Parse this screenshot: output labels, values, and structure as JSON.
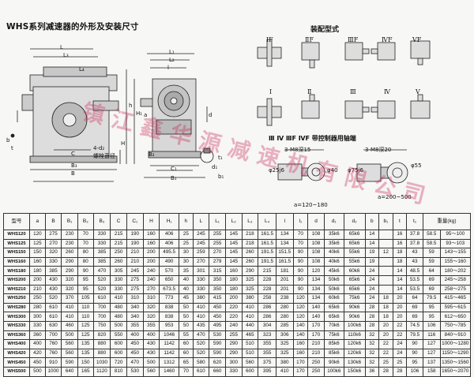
{
  "page": {
    "title": "WHS系列减速器的外形及安装尺寸",
    "assembly_title": "装配型式",
    "watermark": "镇江鑫华源减速机有限公司",
    "colors": {
      "line": "#222222",
      "fill": "#cccccc",
      "watermark": "#c8285a"
    }
  },
  "drawing": {
    "labels": {
      "L": "L",
      "L3": "L₃",
      "L4": "L₄",
      "h": "h",
      "H1": "H₁",
      "H": "H",
      "C": "C",
      "B3": "B₃",
      "B": "B",
      "holes": "4-d₂",
      "bolt_dia": "螺栓直径",
      "b": "b",
      "t": "t",
      "d": "d",
      "L1": "L₁",
      "L2": "L₂",
      "l": "l",
      "C1": "C₁",
      "B1": "B₁",
      "B2": "B₂",
      "a": "a",
      "t1": "t₁",
      "d1": "d₁",
      "b1": "b₁"
    },
    "mounts_top": [
      "ⅠF",
      "ⅡF",
      "ⅢF",
      "ⅣF",
      "ⅤF"
    ],
    "mounts_bottom": [
      "Ⅰ",
      "Ⅱ",
      "Ⅲ",
      "Ⅳ",
      "Ⅴ"
    ],
    "shaft_title": "Ⅲ Ⅳ ⅢF ⅣF 带控制器用轴端",
    "shaft_small": {
      "key": "3-M8深15",
      "dia1": "φ40",
      "dia2": "φ25j6",
      "range": "a=120~180"
    },
    "shaft_large": {
      "key": "3-M8深20",
      "dia1": "φ55",
      "dia2": "φ75j6",
      "range": "a=200~500"
    }
  },
  "table": {
    "headers": [
      "型号",
      "a",
      "B",
      "B₁",
      "B₂",
      "B₃",
      "C",
      "C₁",
      "H",
      "H₁",
      "h",
      "L",
      "L₁",
      "L₂",
      "L₃",
      "L₄",
      "l",
      "l₁",
      "d",
      "d₁",
      "d₂",
      "b",
      "b₁",
      "t",
      "t₁",
      "重量(kg)"
    ],
    "rows": [
      [
        "WHS120",
        "120",
        "275",
        "230",
        "70",
        "330",
        "215",
        "190",
        "160",
        "406",
        "25",
        "245",
        "255",
        "145",
        "218",
        "161.5",
        "134",
        "70",
        "108",
        "35k6",
        "65k6",
        "14",
        "",
        "16",
        "37.8",
        "58.5",
        "95～100"
      ],
      [
        "WHS125",
        "125",
        "270",
        "230",
        "70",
        "330",
        "215",
        "190",
        "160",
        "406",
        "25",
        "245",
        "255",
        "145",
        "218",
        "161.5",
        "134",
        "70",
        "108",
        "35k6",
        "65k6",
        "14",
        "",
        "16",
        "37.8",
        "58.5",
        "93～103"
      ],
      [
        "WHS150",
        "150",
        "320",
        "260",
        "80",
        "385",
        "250",
        "210",
        "200",
        "495.5",
        "30",
        "259",
        "270",
        "145",
        "260",
        "191.5",
        "151.5",
        "90",
        "108",
        "40k6",
        "55k6",
        "19",
        "12",
        "18",
        "43",
        "59",
        "143～155"
      ],
      [
        "WHS160",
        "160",
        "330",
        "290",
        "80",
        "385",
        "260",
        "210",
        "200",
        "490",
        "30",
        "270",
        "279",
        "145",
        "260",
        "191.5",
        "161.5",
        "90",
        "108",
        "40k6",
        "55k6",
        "19",
        "",
        "18",
        "43",
        "59",
        "155～160"
      ],
      [
        "WHS180",
        "180",
        "385",
        "290",
        "90",
        "470",
        "305",
        "245",
        "240",
        "570",
        "35",
        "301",
        "315",
        "160",
        "290",
        "215",
        "181",
        "90",
        "120",
        "45k6",
        "60k6",
        "24",
        "",
        "14",
        "48.5",
        "64",
        "180～202"
      ],
      [
        "WHS200",
        "200",
        "430",
        "320",
        "95",
        "520",
        "330",
        "275",
        "240",
        "650",
        "40",
        "330",
        "350",
        "180",
        "325",
        "228",
        "201",
        "90",
        "134",
        "50k6",
        "65k6",
        "24",
        "",
        "14",
        "53.5",
        "69",
        "245～258"
      ],
      [
        "WHS210",
        "210",
        "430",
        "320",
        "95",
        "520",
        "330",
        "275",
        "270",
        "673.5",
        "40",
        "330",
        "350",
        "180",
        "325",
        "228",
        "201",
        "90",
        "134",
        "50k6",
        "65k6",
        "24",
        "",
        "14",
        "53.5",
        "69",
        "258～275"
      ],
      [
        "WHS250",
        "250",
        "520",
        "370",
        "105",
        "610",
        "410",
        "310",
        "310",
        "773",
        "45",
        "380",
        "415",
        "200",
        "380",
        "258",
        "238",
        "120",
        "134",
        "60k6",
        "75k6",
        "24",
        "18",
        "20",
        "64",
        "79.5",
        "415～465"
      ],
      [
        "WHS280",
        "280",
        "610",
        "410",
        "110",
        "700",
        "480",
        "340",
        "320",
        "838",
        "50",
        "410",
        "450",
        "220",
        "410",
        "286",
        "280",
        "120",
        "140",
        "65k6",
        "90k6",
        "28",
        "18",
        "20",
        "69",
        "95",
        "595～615"
      ],
      [
        "WHS300",
        "300",
        "610",
        "410",
        "110",
        "700",
        "480",
        "340",
        "320",
        "838",
        "50",
        "410",
        "450",
        "220",
        "410",
        "286",
        "280",
        "120",
        "140",
        "65k6",
        "90k6",
        "28",
        "18",
        "20",
        "69",
        "95",
        "612～650"
      ],
      [
        "WHS330",
        "330",
        "630",
        "460",
        "125",
        "750",
        "500",
        "355",
        "355",
        "953",
        "50",
        "435",
        "495",
        "240",
        "440",
        "304",
        "285",
        "140",
        "170",
        "70k6",
        "100k6",
        "28",
        "20",
        "22",
        "74.5",
        "106",
        "750～785"
      ],
      [
        "WHS360",
        "360",
        "700",
        "500",
        "125",
        "820",
        "550",
        "400",
        "400",
        "1046",
        "55",
        "470",
        "530",
        "255",
        "465",
        "323",
        "306",
        "140",
        "170",
        "75k6",
        "110k6",
        "32",
        "20",
        "22",
        "79.5",
        "116",
        "840～910"
      ],
      [
        "WHS400",
        "400",
        "760",
        "560",
        "135",
        "880",
        "600",
        "450",
        "430",
        "1142",
        "60",
        "520",
        "590",
        "290",
        "510",
        "355",
        "325",
        "160",
        "210",
        "85k6",
        "120k6",
        "32",
        "22",
        "24",
        "90",
        "127",
        "1000～1280"
      ],
      [
        "WHS420",
        "420",
        "760",
        "560",
        "135",
        "880",
        "600",
        "450",
        "430",
        "1142",
        "60",
        "520",
        "590",
        "290",
        "510",
        "355",
        "325",
        "160",
        "210",
        "85k6",
        "120k6",
        "32",
        "22",
        "24",
        "90",
        "127",
        "1150～1290"
      ],
      [
        "WHS450",
        "450",
        "910",
        "590",
        "150",
        "1030",
        "720",
        "470",
        "500",
        "1312",
        "65",
        "580",
        "620",
        "300",
        "560",
        "375",
        "380",
        "170",
        "250",
        "90k6",
        "130k6",
        "32",
        "25",
        "25",
        "95",
        "137",
        "1350～1560"
      ],
      [
        "WHS500",
        "500",
        "1000",
        "640",
        "165",
        "1120",
        "810",
        "530",
        "560",
        "1460",
        "70",
        "610",
        "660",
        "330",
        "600",
        "395",
        "410",
        "170",
        "250",
        "100k6",
        "150k6",
        "36",
        "28",
        "28",
        "106",
        "158",
        "1650～2070"
      ]
    ]
  }
}
